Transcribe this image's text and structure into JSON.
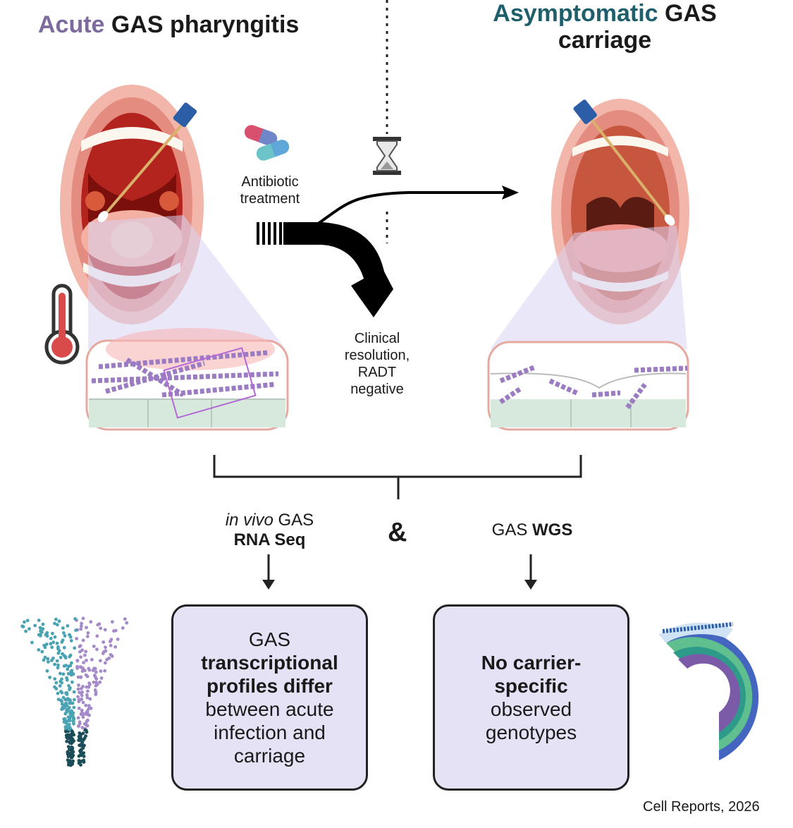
{
  "titles": {
    "left_word1": "Acute",
    "left_word2": "GAS pharyngitis",
    "right_word1": "Asymptomatic",
    "right_word2": "GAS",
    "right_line2": "carriage"
  },
  "labels": {
    "antibiotic": [
      "Antibiotic",
      "treatment"
    ],
    "clinical": [
      "Clinical",
      "resolution,",
      "RADT",
      "negative"
    ],
    "rnaseq_italic": "in vivo",
    "rnaseq_rest": "GAS",
    "rnaseq_bold": "RNA Seq",
    "ampersand": "&",
    "wgs_plain": "GAS",
    "wgs_bold": "WGS"
  },
  "boxes": {
    "left": {
      "line1": "GAS",
      "bold1": "transcriptional",
      "bold2": "profiles differ",
      "line2": "between acute",
      "line3": "infection and",
      "line4": "carriage"
    },
    "right": {
      "bold1": "No carrier-",
      "bold2": "specific",
      "line1": "observed",
      "line2": "genotypes"
    }
  },
  "citation": "Cell Reports, 2026",
  "colors": {
    "purple_title": "#7d6a9e",
    "teal_title": "#1e5f6b",
    "box_fill": "#e6e2f6",
    "bacteria": "#9b7cc2",
    "volcano_teal": "#4aa3b3",
    "volcano_purple": "#a58ac9",
    "volcano_dark": "#1a4d57"
  },
  "icons": [
    "mouth-acute-icon",
    "mouth-carrier-icon",
    "swab-icon",
    "pills-icon",
    "hourglass-icon",
    "thermometer-icon",
    "volcano-plot-icon",
    "sunburst-plot-icon"
  ]
}
